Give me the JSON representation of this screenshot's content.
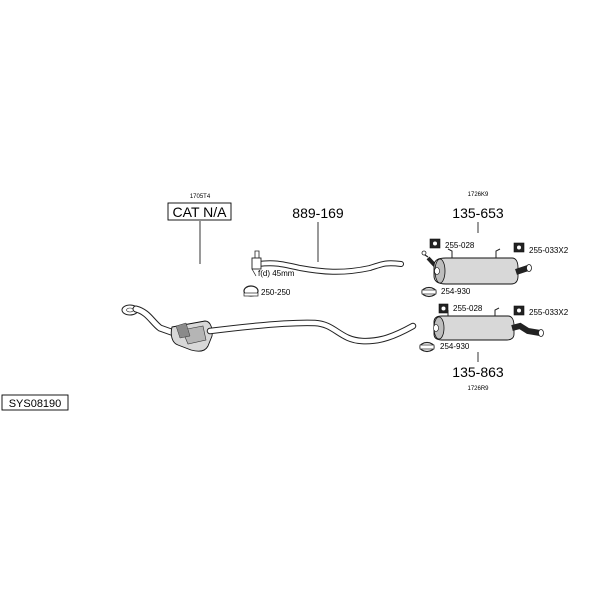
{
  "labels": {
    "cat_code": "1705T4",
    "cat_name": "CAT N/A",
    "mid_pipe": "889-169",
    "mid_pipe_note": "f(d) 45mm",
    "clamp_mid": "250-250",
    "rear_upper_code": "1726K9",
    "rear_upper": "135-653",
    "rear_lower": "135-863",
    "rear_lower_code": "1726R9",
    "rubber_upper_a": "255-028",
    "rubber_upper_b": "255-033X2",
    "clamp_upper": "254-930",
    "rubber_lower_a": "255-028",
    "rubber_lower_b": "255-033X2",
    "clamp_lower": "254-930",
    "system_id": "SYS08190"
  }
}
